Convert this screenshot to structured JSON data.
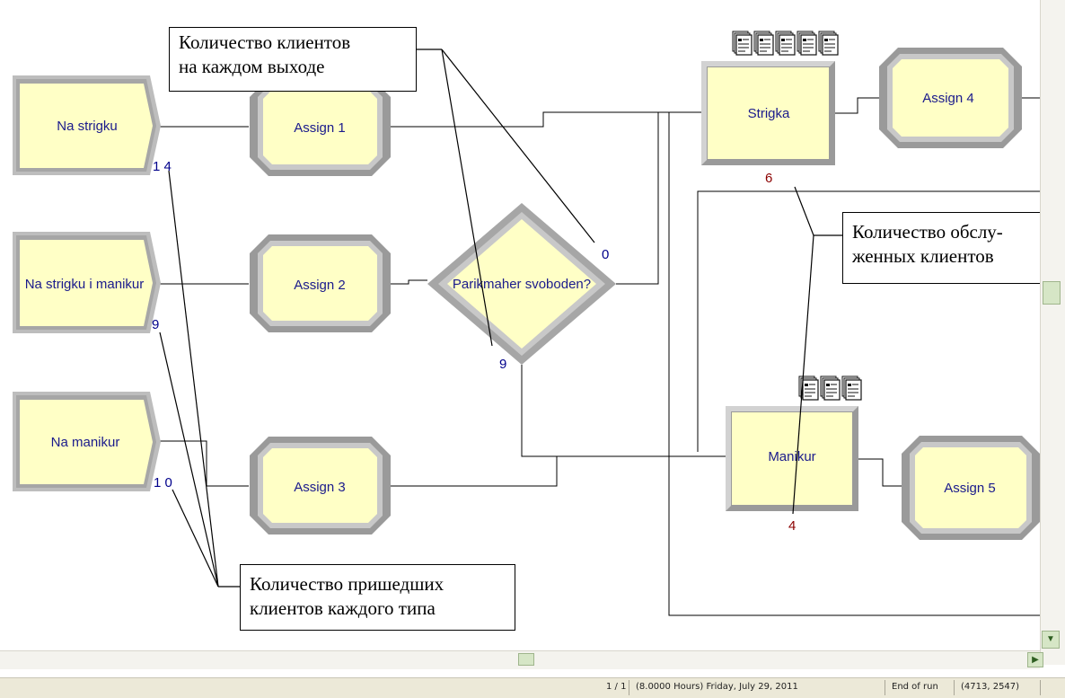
{
  "modules": {
    "create1": "Na strigku",
    "create2": "Na strigku i manikur",
    "create3": "Na manikur",
    "assign1": "Assign 1",
    "assign2": "Assign 2",
    "assign3": "Assign 3",
    "assign4": "Assign 4",
    "assign5": "Assign 5",
    "decide": "Parikmaher svoboden?",
    "process1": "Strigka",
    "process2": "Manikur"
  },
  "counters": {
    "create1": "1 4",
    "create2": "9",
    "create3": "1 0",
    "decide_true": "0",
    "decide_false": "9",
    "process1": "6",
    "process2": "4"
  },
  "queues": {
    "strigka_entities": 5,
    "manikur_entities": 3
  },
  "callouts": {
    "per_exit": [
      "Количество клиентов",
      "на каждом выходе"
    ],
    "served": [
      "Количество обслу-",
      "женных клиентов"
    ],
    "arrived": [
      "Количество пришедших",
      "клиентов каждого типа"
    ]
  },
  "status": {
    "page": "1 / 1",
    "time": "(8.0000 Hours) Friday, July 29, 2011",
    "state": "End of run",
    "coords": "(4713, 2547)"
  },
  "colors": {
    "module_fill": "#ffffc6",
    "module_bevel": "#a8a8a8",
    "label": "#1a1a8c",
    "counter_blue": "#00008b",
    "counter_red": "#8b0000"
  }
}
